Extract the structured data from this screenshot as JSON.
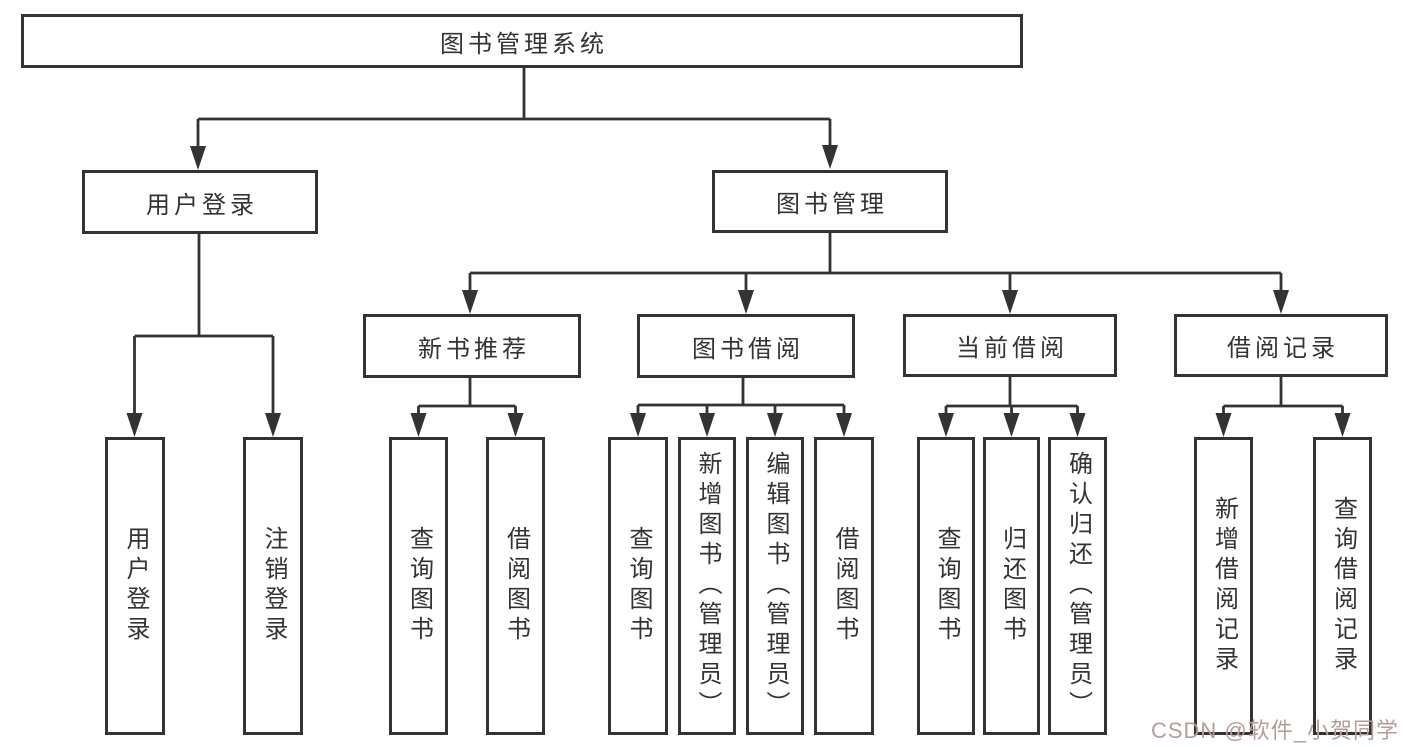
{
  "tree": {
    "label": "图书管理系统",
    "children": [
      {
        "label": "用户登录",
        "children": [
          {
            "label": "用户登录"
          },
          {
            "label": "注销登录"
          }
        ]
      },
      {
        "label": "图书管理",
        "children": [
          {
            "label": "新书推荐",
            "children": [
              {
                "label": "查询图书"
              },
              {
                "label": "借阅图书"
              }
            ]
          },
          {
            "label": "图书借阅",
            "children": [
              {
                "label": "查询图书"
              },
              {
                "label": "新增图书（管理员）"
              },
              {
                "label": "编辑图书（管理员）"
              },
              {
                "label": "借阅图书"
              }
            ]
          },
          {
            "label": "当前借阅",
            "children": [
              {
                "label": "查询图书"
              },
              {
                "label": "归还图书"
              },
              {
                "label": "确认归还（管理员）"
              }
            ]
          },
          {
            "label": "借阅记录",
            "children": [
              {
                "label": "新增借阅记录"
              },
              {
                "label": "查询借阅记录"
              }
            ]
          }
        ]
      }
    ]
  },
  "watermark": {
    "text": "CSDN @软件_小贺同学"
  },
  "colors": {
    "line": "#333333",
    "box_border": "#333333",
    "text": "#333333",
    "background": "#ffffff",
    "watermark": "#b89c9c"
  }
}
